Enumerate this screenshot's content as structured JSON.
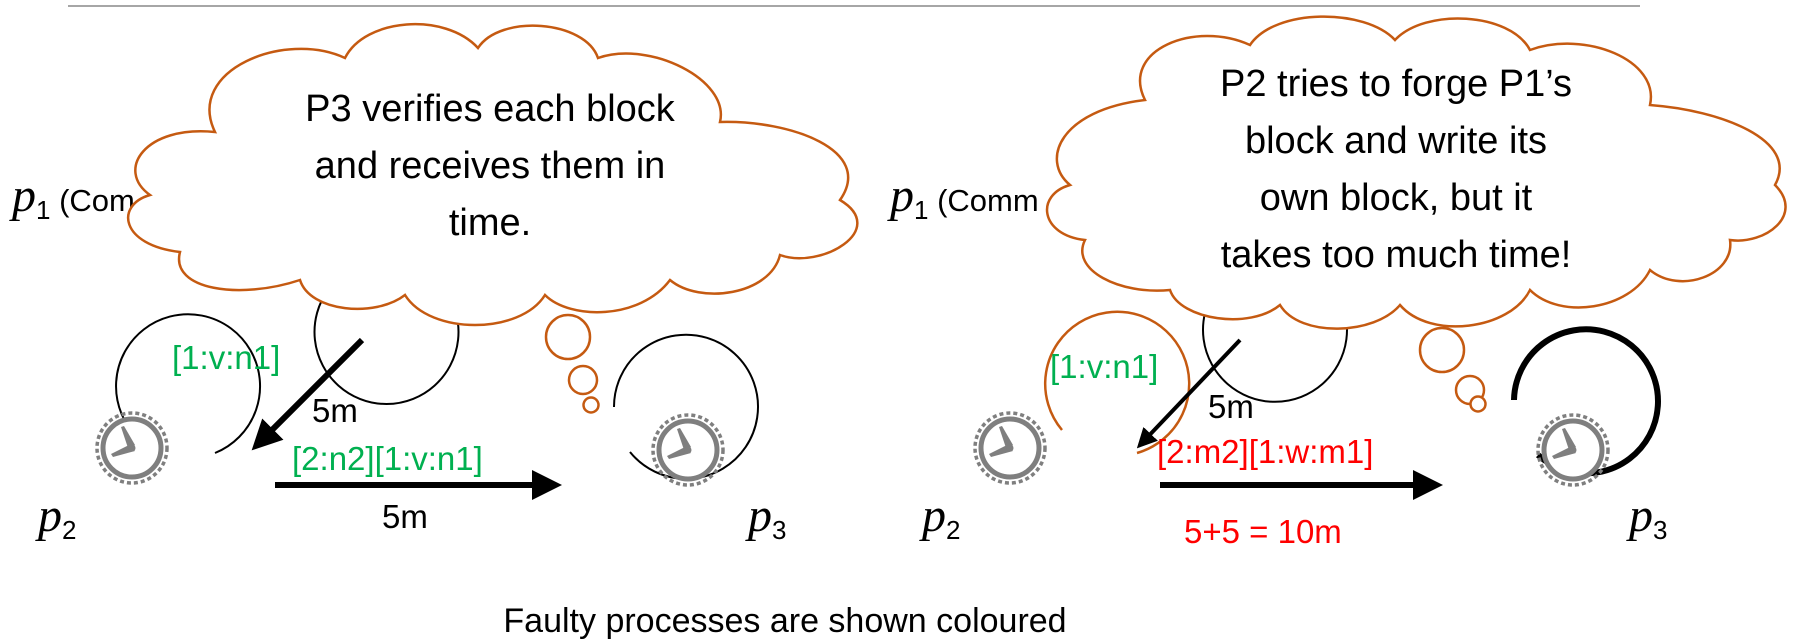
{
  "colors": {
    "faulty": "#c55a11",
    "signed_msg": "#00b050",
    "forged_msg": "#ff0000",
    "ink": "#000000",
    "clock": "#7f7f7f",
    "rule": "#a6a6a6"
  },
  "icons": [
    "clock-icon",
    "thought-cloud-icon",
    "arrow-icon"
  ],
  "left_panel": {
    "commander_sub": "1",
    "commander_suffix": " (Com",
    "p2_sub": "2",
    "p3_sub": "3",
    "cloud_lines": [
      "P3 verifies each block",
      "and receives them in",
      "time."
    ],
    "msg_p1_p2": "[1:v:n1]",
    "delay_p1_p2": "5m",
    "msg_p2_p3": "[2:n2][1:v:n1]",
    "delay_p2_p3": "5m"
  },
  "right_panel": {
    "commander_sub": "1",
    "commander_suffix": " (Comm",
    "p2_sub": "2",
    "p3_sub": "3",
    "cloud_lines": [
      "P2 tries to forge P1’s",
      "block and write its",
      "own block, but it",
      "takes too much time!"
    ],
    "msg_p1_p2": "[1:v:n1]",
    "delay_p1_p2": "5m",
    "msg_p2_p3": "[2:m2][1:w:m1]",
    "delay_p2_p3": "5+5 = 10m"
  },
  "caption": "Faulty processes are shown coloured"
}
